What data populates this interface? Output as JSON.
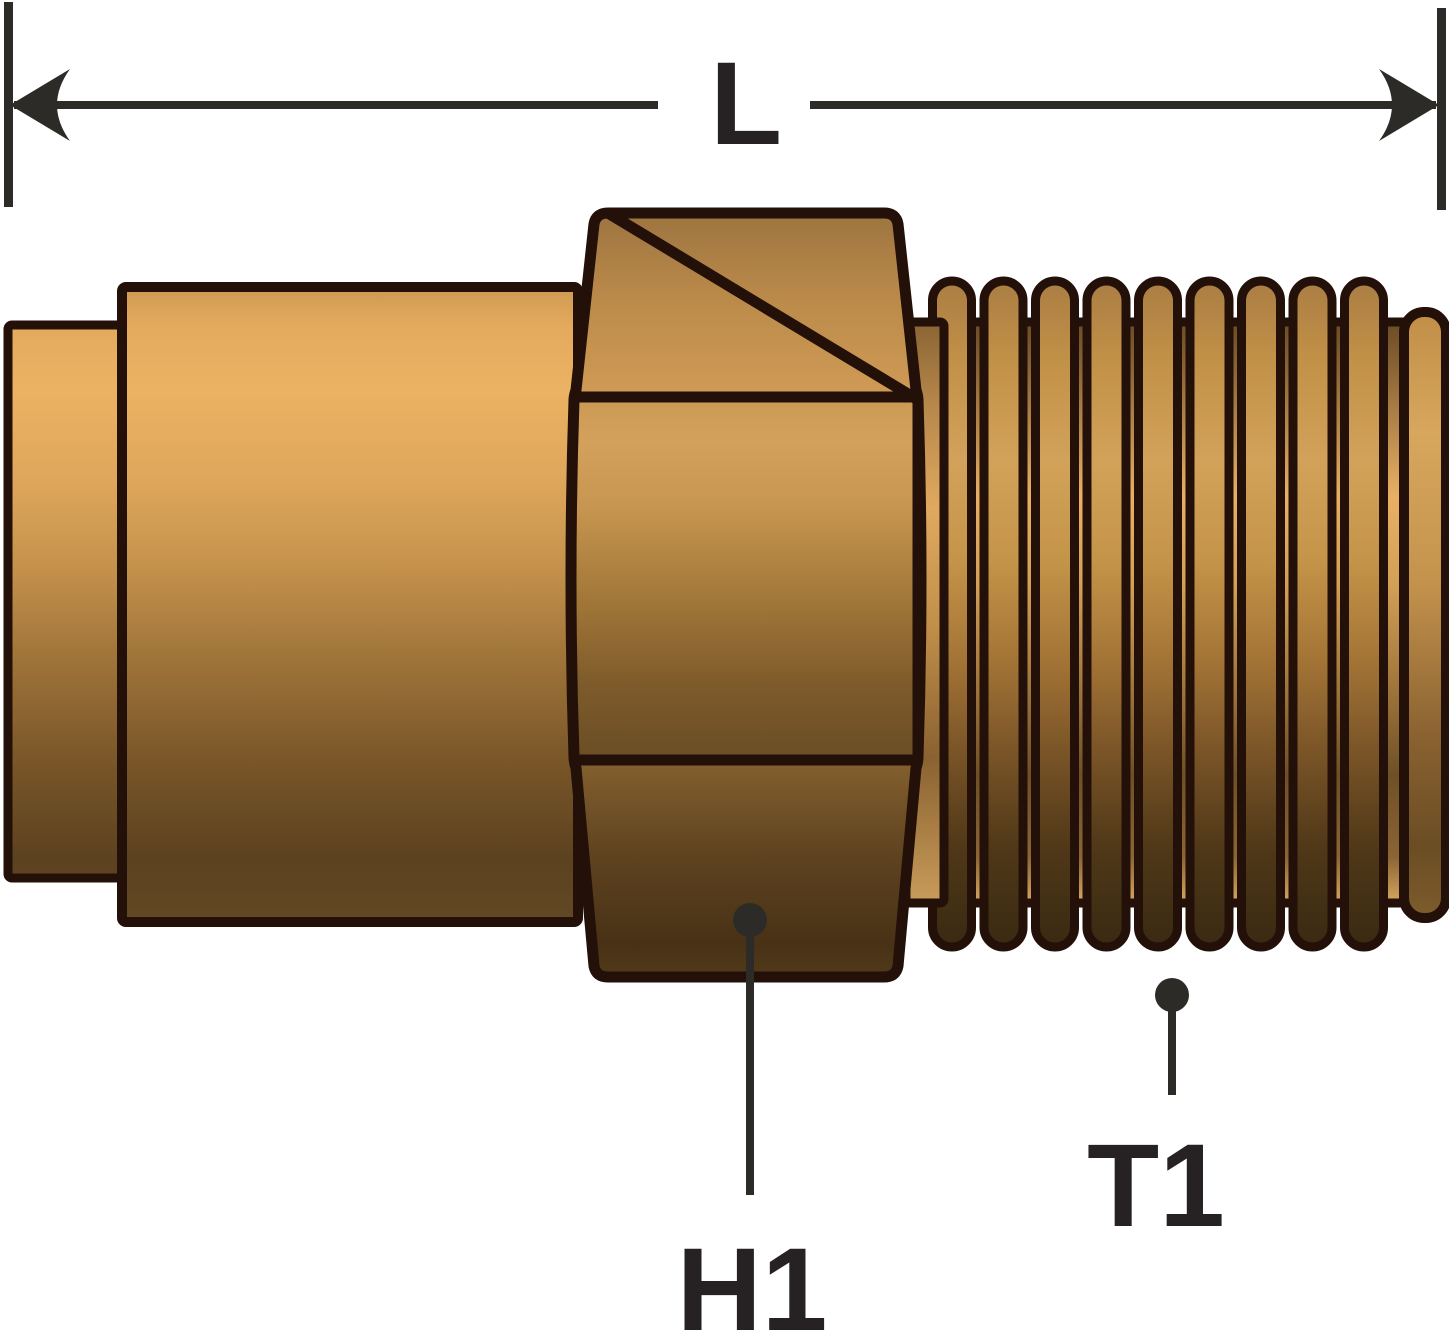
{
  "figure": {
    "type": "technical-line-drawing",
    "subject": "Brass male pipe thread hydraulic fitting, side elevation with dimension callouts",
    "labels": {
      "length_dimension": "L",
      "hex_size_callout": "H1",
      "thread_callout": "T1"
    },
    "parts": {
      "left_stub": "pipe stub end",
      "body_cylinder": "fitting body",
      "hex": "hex wrench flats",
      "threads": "male tapered thread",
      "end_face": "thread end face"
    },
    "colors": {
      "background": "#ffffff",
      "outline_dark_brown": "#231008",
      "dimension_ink": "#2d2b28",
      "label_ink": "#262223",
      "brass_highlight": "#ecb264",
      "brass_mid": "#c5924c",
      "brass_shadow": "#5c421f"
    }
  }
}
